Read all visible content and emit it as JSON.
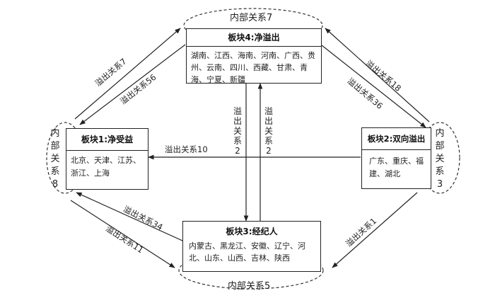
{
  "blocks": {
    "b4": {
      "title": "板块4:净溢出",
      "members": "湖南、江西、海南、河南、广西、贵州、云南、四川、西藏、甘肃、青海、宁夏、新疆",
      "internal": "内部关系7"
    },
    "b1": {
      "title": "板块1:净受益",
      "members": "北京、天津、江苏、浙江、上海",
      "internal": "内部关系8"
    },
    "b2": {
      "title": "板块2:双向溢出",
      "members": "广东、重庆、福建、湖北",
      "internal": "内部关系3"
    },
    "b3": {
      "title": "板块3:经纪人",
      "members": "内蒙古、黑龙江、安徽、辽宁、河北、山东、山西、吉林、陕西",
      "internal": "内部关系5"
    }
  },
  "edges": {
    "b1_to_b4": "溢出关系7",
    "b4_to_b1": "溢出关系56",
    "b2_to_b4": "溢出关系18",
    "b4_to_b2": "溢出关系36",
    "b4_to_b3": "溢出关系2",
    "b3_to_b4": "溢出关系2",
    "b2_to_b1": "溢出关系10",
    "b3_to_b1": "溢出关系34",
    "b1_to_b3": "溢出关系11",
    "b2_to_b3": "溢出关系1"
  }
}
